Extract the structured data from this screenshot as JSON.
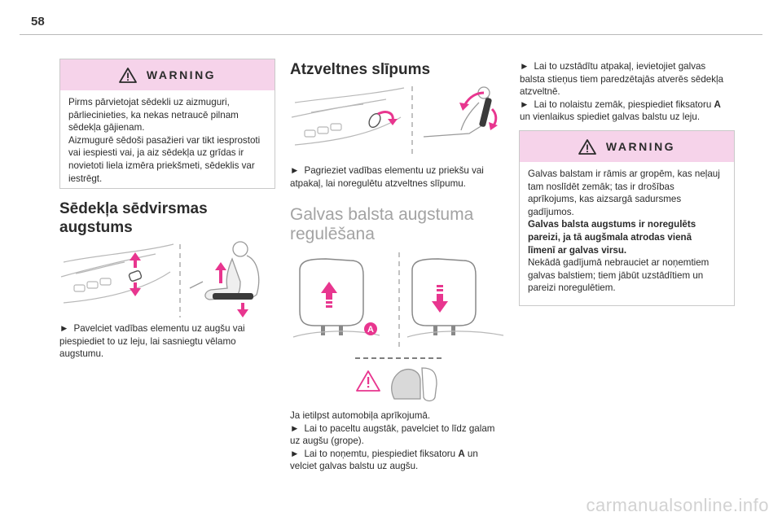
{
  "page": {
    "number": "58"
  },
  "col1": {
    "warning": {
      "title": "WARNING",
      "lines": [
        "Pirms pārvietojat sēdekli uz aizmuguri,",
        "pārliecinieties, ka nekas netraucē pilnam",
        "sēdekļa gājienam.",
        "Aizmugurē sēdoši pasažieri var tikt iesprostoti",
        "vai iespiesti vai, ja aiz sēdekļa uz grīdas ir",
        "novietoti liela izmēra priekšmeti, sēdeklis var",
        "iestrēgt."
      ]
    },
    "section": {
      "title_line1": "Sēdekļa sēdvirsmas",
      "title_line2": "augstums",
      "instr_line1": "Pavelciet vadības elementu uz augšu vai",
      "instr_line2": "piespiediet to uz leju, lai sasniegtu vēlamo",
      "instr_line3": "augstumu."
    }
  },
  "col2": {
    "section1": {
      "title": "Atzveltnes slīpums",
      "instr_line1": "Pagrieziet vadības elementu uz priekšu vai",
      "instr_line2": "atpakaļ, lai noregulētu atzveltnes slīpumu."
    },
    "section2": {
      "title_line1": "Galvas balsta augstuma",
      "title_line2": "regulēšana",
      "marker": "A",
      "intro": "Ja ietilpst automobiļa aprīkojumā.",
      "raise_line1": "Lai to paceltu augstāk, pavelciet to līdz galam",
      "raise_line2": "uz augšu (grope).",
      "remove_line1a": "Lai to noņemtu, piespiediet fiksatoru ",
      "remove_key": "A",
      "remove_line1b": " un",
      "remove_line2": "velciet galvas balstu uz augšu."
    }
  },
  "col3": {
    "p1_line1": "Lai to uzstādītu atpakaļ, ievietojiet galvas",
    "p1_line2": "balsta stieņus tiem paredzētajās atverēs sēdekļa",
    "p1_line3": "atzveltnē.",
    "p2_line1a": "Lai to nolaistu zemāk, piespiediet fiksatoru ",
    "p2_key": "A",
    "p2_line2": "un vienlaikus spiediet galvas balstu uz leju.",
    "warning": {
      "title": "WARNING",
      "lines": [
        "Galvas balstam ir rāmis ar gropēm, kas neļauj",
        "tam noslīdēt zemāk; tas ir drošības",
        "aprīkojums, kas aizsargā sadursmes",
        "gadījumos."
      ],
      "bold_lines": [
        "Galvas balsta augstums ir noregulēts",
        "pareizi, ja tā augšmala atrodas vienā",
        "līmenī ar galvas virsu."
      ],
      "tail_lines": [
        "Nekādā gadījumā nebrauciet ar noņemtiem",
        "galvas balstiem; tiem jābūt uzstādītiem un",
        "pareizi noregulētiem."
      ]
    }
  },
  "bullet_symbol": "►",
  "watermark": "carmanualsonline.info",
  "colors": {
    "accent": "#e8368f",
    "warning_header": "#f6d3ea",
    "text": "#2b2b2b",
    "subtitle_grey": "#a3a3a3"
  }
}
